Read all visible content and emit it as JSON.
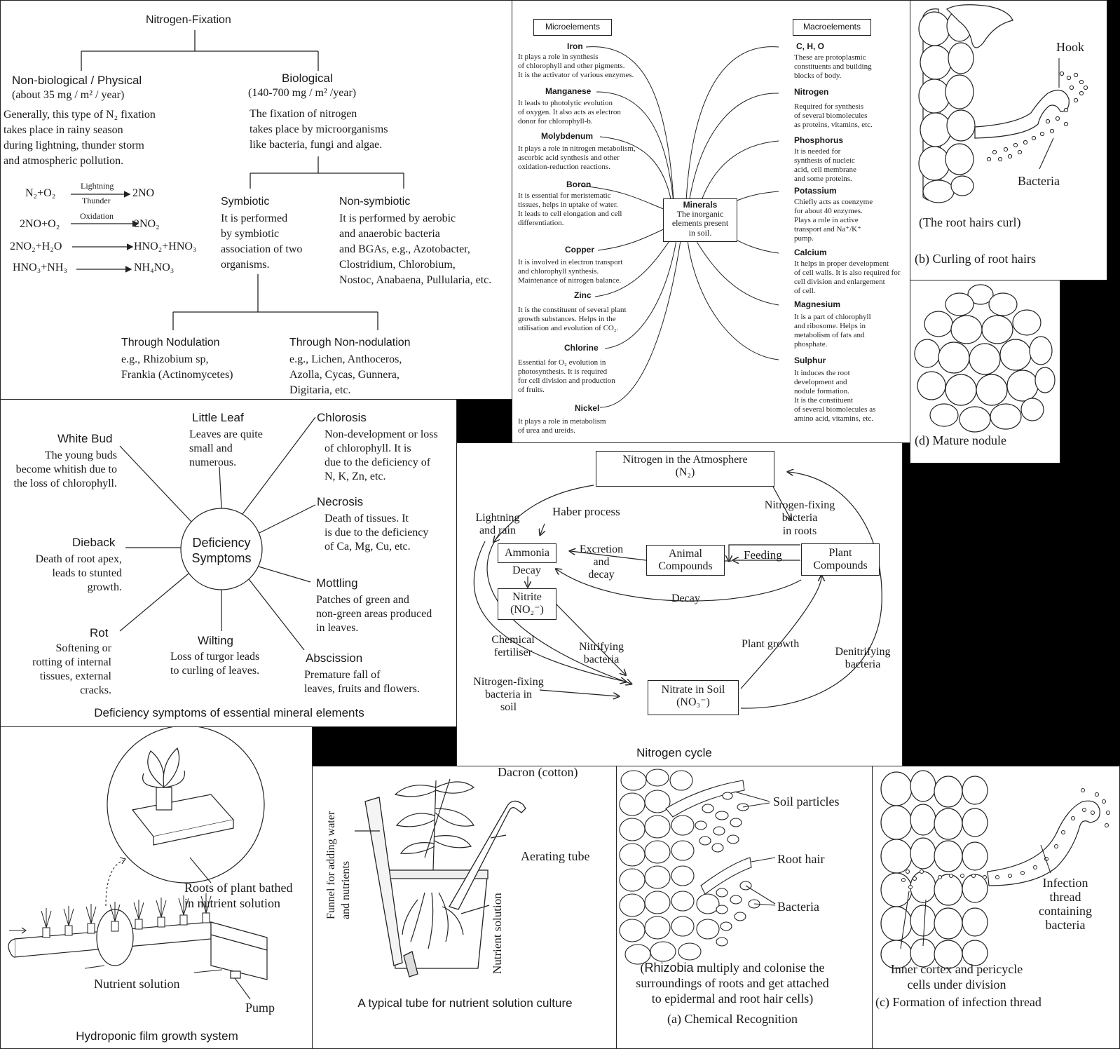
{
  "fixation": {
    "title": "Nitrogen-Fixation",
    "nonbio": {
      "heading": "Non-biological / Physical",
      "rate": "(about 35 mg / m² / year)",
      "desc": [
        "Generally, this type of N₂ fixation",
        "takes place in rainy season",
        "during lightning, thunder storm",
        "and atmospheric pollution."
      ],
      "eq1_left": "N₂+O₂",
      "eq1_top": "Lightning",
      "eq1_bottom": "Thunder",
      "eq1_right": "2NO",
      "eq2_left": "2NO+O₂",
      "eq2_top": "Oxidation",
      "eq2_right": "2NO₂",
      "eq3_left": "2NO₂+H₂O",
      "eq3_right": "HNO₂+HNO₃",
      "eq4_left": "HNO₃+NH₃",
      "eq4_right": "NH₄NO₃"
    },
    "bio": {
      "heading": "Biological",
      "rate": "(140-700 mg / m² /year)",
      "desc": [
        "The fixation of nitrogen",
        "takes place by microorganisms",
        "like bacteria, fungi and algae."
      ]
    },
    "symbiotic": {
      "heading": "Symbiotic",
      "desc": [
        "It is performed",
        "by symbiotic",
        "association of two",
        "organisms."
      ]
    },
    "nonsymbiotic": {
      "heading": "Non-symbiotic",
      "desc": [
        "It is performed by aerobic",
        "and anaerobic bacteria",
        "and BGAs, e.g., Azotobacter,",
        "Clostridium, Chlorobium,",
        "Nostoc, Anabaena, Pullularia, etc."
      ]
    },
    "nodulation": {
      "heading": "Through Nodulation",
      "l1": "e.g., Rhizobium sp,",
      "l2": "Frankia (Actinomycetes)"
    },
    "nonnodulation": {
      "heading": "Through Non-nodulation",
      "l1": "e.g., Lichen, Anthoceros,",
      "l2": "Azolla, Cycas, Gunnera,",
      "l3": "Digitaria, etc."
    }
  },
  "minerals": {
    "micro_label": "Microelements",
    "macro_label": "Macroelements",
    "center_title": "Minerals",
    "center_desc": [
      "The inorganic",
      "elements present",
      "in soil."
    ],
    "micro": [
      {
        "name": "Iron",
        "desc": [
          "It plays a role in synthesis",
          "of chlorophyll and other pigments.",
          "It is the activator of various enzymes."
        ]
      },
      {
        "name": "Manganese",
        "desc": [
          "It leads to photolytic evolution",
          "of oxygen. It also acts as electron",
          "donor for chlorophyll-b."
        ]
      },
      {
        "name": "Molybdenum",
        "desc": [
          "It plays a role in nitrogen metabolism,",
          "ascorbic acid synthesis and other",
          "oxidation-reduction reactions."
        ]
      },
      {
        "name": "Boron",
        "desc": [
          "It is essential for meristematic",
          "tissues, helps in uptake of water.",
          "It leads to cell elongation and cell",
          "differentiation."
        ]
      },
      {
        "name": "Copper",
        "desc": [
          "It is involved in electron transport",
          "and chlorophyll synthesis.",
          "Maintenance of nitrogen balance."
        ]
      },
      {
        "name": "Zinc",
        "desc": [
          "It is the constituent of several plant",
          "growth  substances. Helps in the",
          "utilisation and evolution of CO₂."
        ]
      },
      {
        "name": "Chlorine",
        "desc": [
          "Essential for O₂ evolution in",
          "photosynthesis. It is required",
          "for cell division and production",
          "of fruits."
        ]
      },
      {
        "name": "Nickel",
        "desc": [
          "It plays a role in metabolism",
          "of urea and ureids."
        ]
      }
    ],
    "macro": [
      {
        "name": "C, H, O",
        "desc": [
          "These are protoplasmic",
          "constituents and building",
          "blocks of body."
        ]
      },
      {
        "name": "Nitrogen",
        "desc": [
          "Required for synthesis",
          "of several biomolecules",
          "as proteins, vitamins, etc."
        ]
      },
      {
        "name": "Phosphorus",
        "desc": [
          "It is needed for",
          "synthesis of nucleic",
          "acid, cell membrane",
          "and some proteins."
        ]
      },
      {
        "name": "Potassium",
        "desc": [
          "Chiefly acts as coenzyme",
          "for about 40 enzymes.",
          "Plays a role in active",
          "transport and Na⁺/K⁺",
          "pump."
        ]
      },
      {
        "name": "Calcium",
        "desc": [
          "It helps in proper development",
          "of cell walls. It is also required for",
          "cell division and enlargement",
          "of cell."
        ]
      },
      {
        "name": "Magnesium",
        "desc": [
          "It is a part of chlorophyll",
          "and ribosome. Helps in",
          "metabolism of fats and",
          "phosphate."
        ]
      },
      {
        "name": "Sulphur",
        "desc": [
          "It induces the root",
          "development and",
          "nodule formation.",
          "It is the constituent",
          "of several biomolecules as",
          "amino acid, vitamins, etc."
        ]
      }
    ]
  },
  "curling": {
    "hook": "Hook",
    "bacteria": "Bacteria",
    "note": "(The root hairs curl)",
    "caption": "(b) Curling of root hairs"
  },
  "mature": {
    "caption": "(d) Mature nodule"
  },
  "deficiency": {
    "center": [
      "Deficiency",
      "Symptoms"
    ],
    "caption": "Deficiency symptoms of essential mineral elements",
    "items": [
      {
        "name": "Little Leaf",
        "desc": [
          "Leaves are quite",
          "small and",
          "numerous."
        ]
      },
      {
        "name": "Chlorosis",
        "desc": [
          "Non-development or loss",
          "of chlorophyll. It is",
          "due to the deficiency of",
          "N, K, Zn, etc."
        ]
      },
      {
        "name": "White Bud",
        "desc": [
          "The young buds",
          "become whitish due to",
          "the loss of chlorophyll."
        ]
      },
      {
        "name": "Necrosis",
        "desc": [
          "Death of tissues. It",
          "is due to the deficiency",
          "of Ca, Mg, Cu, etc."
        ]
      },
      {
        "name": "Dieback",
        "desc": [
          "Death of root apex,",
          "leads to stunted",
          "growth."
        ]
      },
      {
        "name": "Mottling",
        "desc": [
          "Patches of green and",
          "non-green areas produced",
          "in leaves."
        ]
      },
      {
        "name": "Rot",
        "desc": [
          "Softening or",
          "rotting of internal",
          "tissues, external",
          "cracks."
        ]
      },
      {
        "name": "Wilting",
        "desc": [
          "Loss of turgor leads",
          "to curling of leaves."
        ]
      },
      {
        "name": "Abscission",
        "desc": [
          "Premature fall of",
          "leaves, fruits and flowers."
        ]
      }
    ]
  },
  "cycle": {
    "atmosphere": [
      "Nitrogen in the Atmosphere",
      "(N₂)"
    ],
    "lightning": [
      "Lightning",
      "and rain"
    ],
    "haber": "Haber process",
    "nfix_roots": [
      "Nitrogen-fixing",
      "bacteria",
      "in roots"
    ],
    "ammonia": "Ammonia",
    "excretion": [
      "Excretion",
      "and",
      "decay"
    ],
    "animal": [
      "Animal",
      "Compounds"
    ],
    "feeding": "Feeding",
    "plant": [
      "Plant",
      "Compounds"
    ],
    "decay1": "Decay",
    "decay2": "Decay",
    "nitrite": [
      "Nitrite",
      "(NO₂⁻)"
    ],
    "chemfert": [
      "Chemical",
      "fertiliser"
    ],
    "nitrifying": [
      "Nitrifying",
      "bacteria"
    ],
    "plantgrowth": "Plant growth",
    "denitrifying": [
      "Denitrifying",
      "bacteria"
    ],
    "nfix_soil": [
      "Nitrogen-fixing",
      "bacteria in",
      "soil"
    ],
    "nitrate": [
      "Nitrate in Soil",
      "(NO₃⁻)"
    ],
    "caption": "Nitrogen cycle"
  },
  "hydro": {
    "roots": [
      "Roots of plant bathed",
      "in nutrient solution"
    ],
    "solution": "Nutrient solution",
    "pump": "Pump",
    "caption": "Hydroponic film growth system"
  },
  "tube": {
    "funnel": [
      "Funnel for adding water",
      "and nutrients"
    ],
    "dacron": "Dacron (cotton)",
    "aerating": "Aerating tube",
    "solution": "Nutrient solution",
    "caption": "A typical tube for nutrient solution culture"
  },
  "chemrec": {
    "soil": "Soil particles",
    "roothair": "Root hair",
    "bacteria": "Bacteria",
    "desc1a": "(",
    "desc1b": "Rhizobia",
    "desc1c": " multiply and colonise the",
    "desc2": "surroundings of roots and get attached",
    "desc3": "to epidermal and root hair cells)",
    "caption": "(a) Chemical Recognition"
  },
  "infection": {
    "thread": [
      "Infection",
      "thread",
      "containing",
      "bacteria"
    ],
    "cortex": [
      "Inner cortex and pericycle",
      "cells under division"
    ],
    "caption": "(c) Formation of infection thread"
  }
}
